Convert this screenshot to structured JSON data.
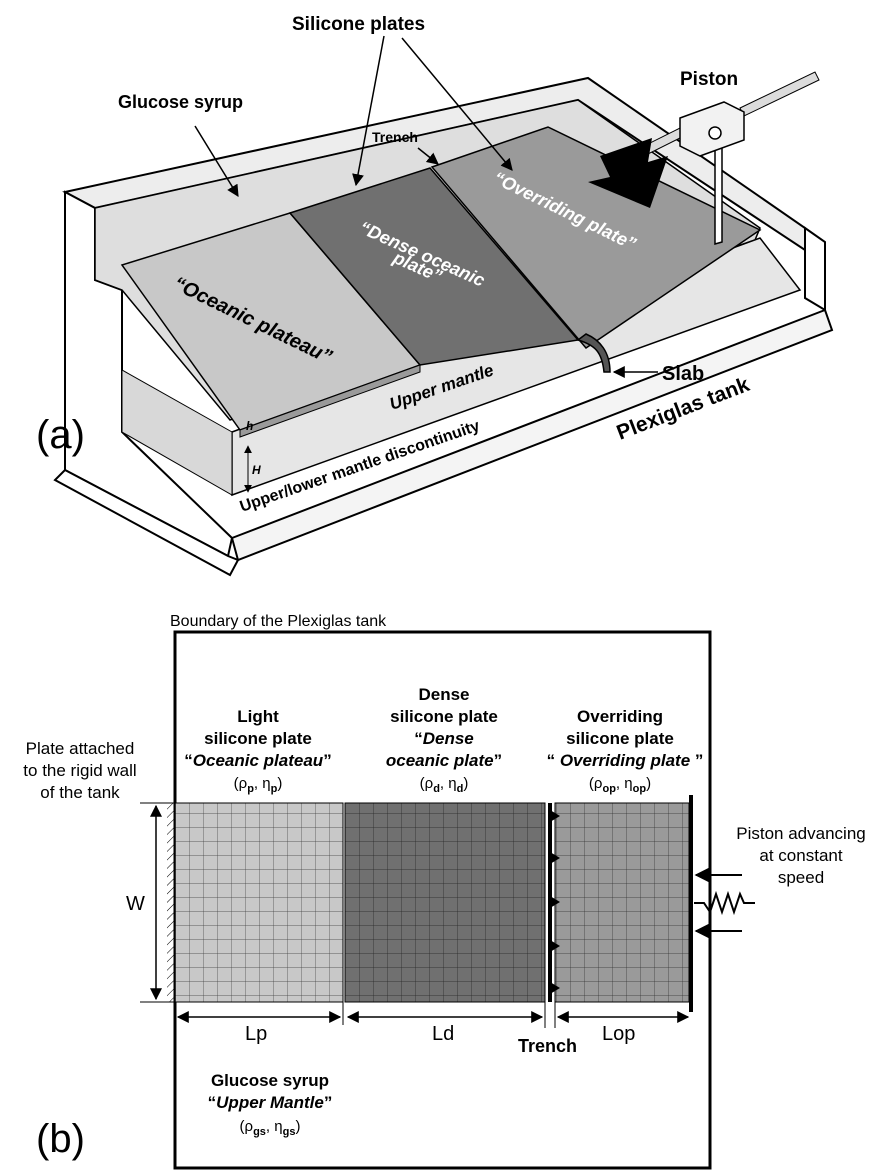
{
  "panel_a": {
    "panel_label": "(a)",
    "silicone_plates": "Silicone plates",
    "piston": "Piston",
    "glucose_syrup": "Glucose syrup",
    "trench": "Trench",
    "overriding_plate": "“Overriding plate”",
    "dense_oceanic_line1": "“Dense oceanic",
    "dense_oceanic_line2": "plate”",
    "oceanic_plateau": "“Oceanic plateau”",
    "slab": "Slab",
    "plexiglas_tank": "Plexiglas tank",
    "upper_mantle": "Upper mantle",
    "discontinuity": "Upper/lower mantle discontinuity",
    "h": "h",
    "H": "H"
  },
  "panel_b": {
    "panel_label": "(b)",
    "boundary": "Boundary of the Plexiglas tank",
    "light_line1": "Light",
    "light_line2": "silicone plate",
    "light_q_open": "“",
    "light_name": "Oceanic plateau",
    "light_q_close": "”",
    "light_rho": "ρ",
    "light_rho_sub": "p",
    "light_eta": "η",
    "light_eta_sub": "p",
    "dense_line1": "Dense",
    "dense_line2": "silicone plate",
    "dense_q_open": "“",
    "dense_name1": "Dense",
    "dense_name2": "oceanic plate",
    "dense_q_close": "”",
    "dense_rho": "ρ",
    "dense_rho_sub": "d",
    "dense_eta": "η",
    "dense_eta_sub": "d",
    "over_line1": "Overriding",
    "over_line2": "silicone plate",
    "over_q_open": "“ ",
    "over_name": "Overriding plate",
    "over_q_close": " ”",
    "over_rho": "ρ",
    "over_rho_sub": "op",
    "over_eta": "η",
    "over_eta_sub": "op",
    "attached1": "Plate attached",
    "attached2": "to the rigid wall",
    "attached3": "of the tank",
    "piston1": "Piston advancing",
    "piston2": "at constant",
    "piston3": "speed",
    "W": "W",
    "Lp": "Lp",
    "Ld": "Ld",
    "Lop": "Lop",
    "trench": "Trench",
    "syrup_line1": "Glucose syrup",
    "syrup_q_open": "“",
    "syrup_name": "Upper Mantle",
    "syrup_q_close": "”",
    "syrup_rho": "ρ",
    "syrup_rho_sub": "gs",
    "syrup_eta": "η",
    "syrup_eta_sub": "gs"
  },
  "colors": {
    "light_plate": "#c8c8c8",
    "dense_plate": "#707070",
    "overriding_plate": "#9a9a9a",
    "syrup": "#e2e2e2",
    "outline": "#000000"
  }
}
